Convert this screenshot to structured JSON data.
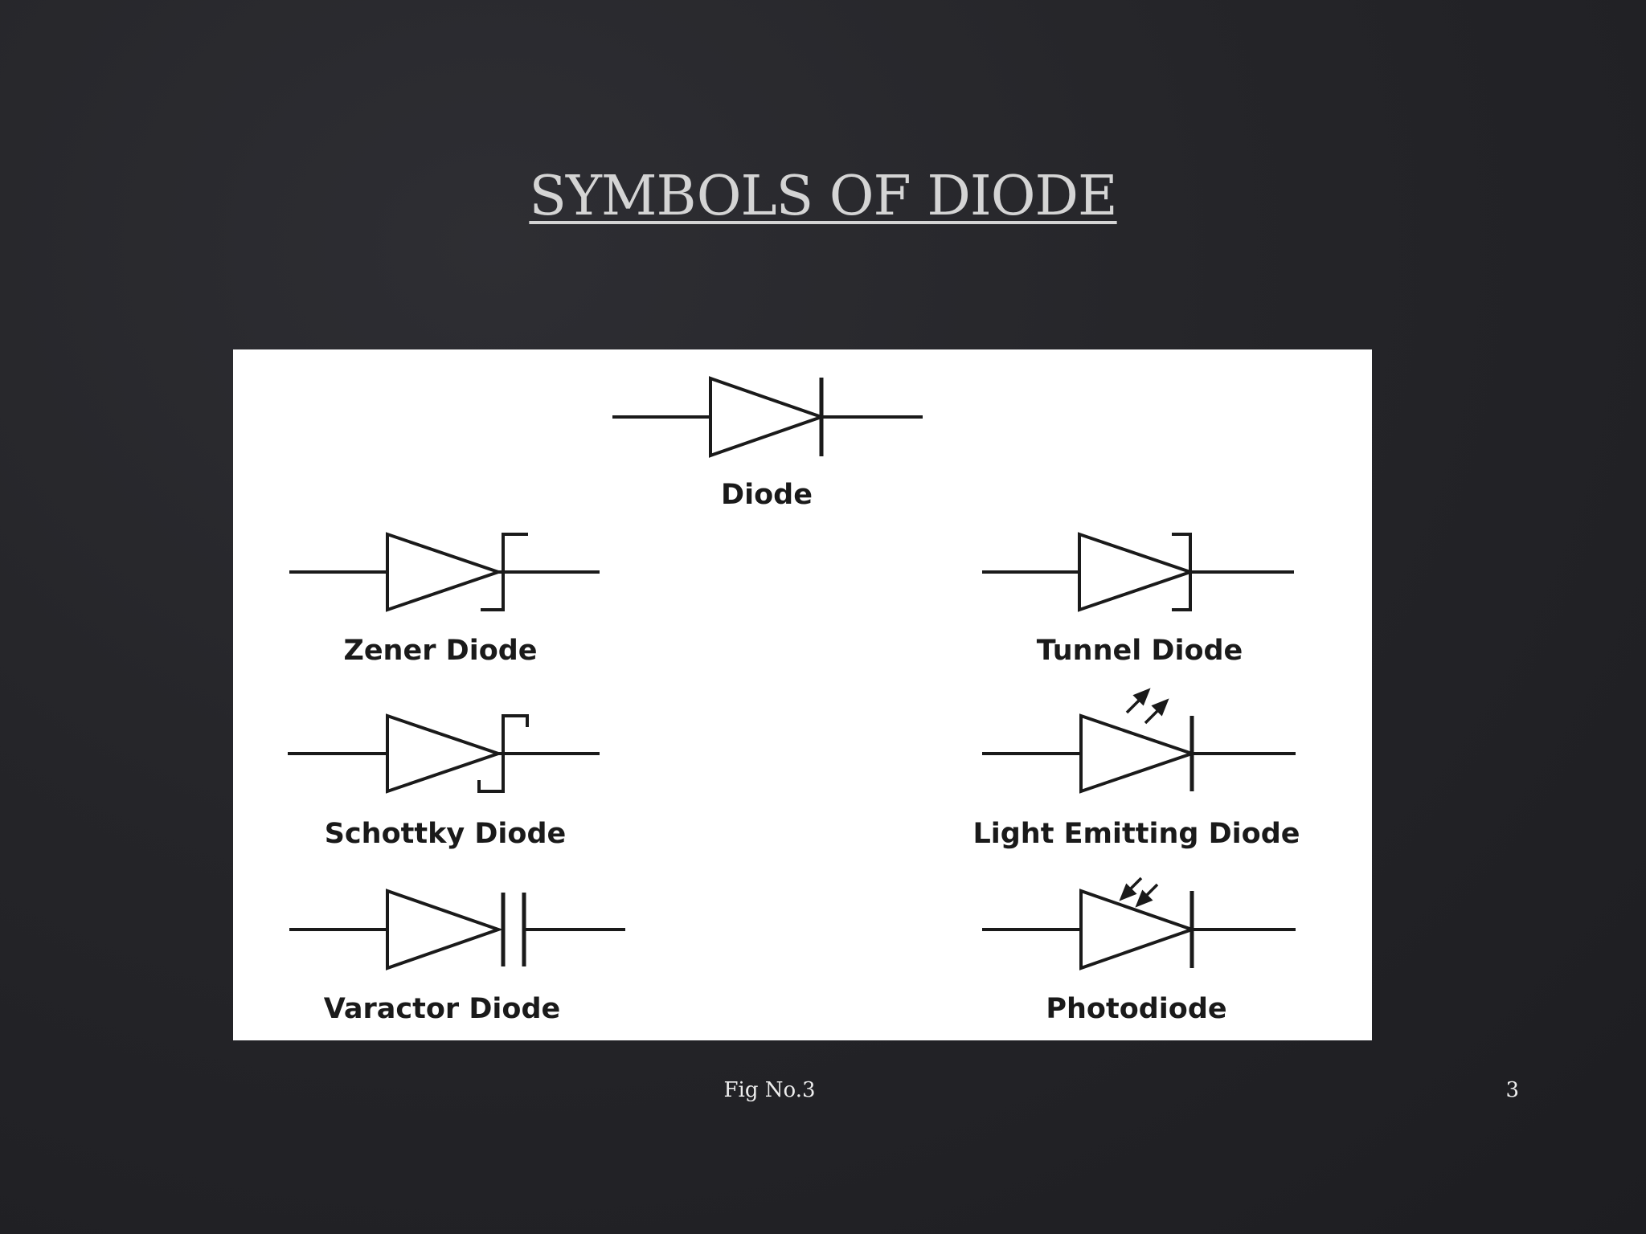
{
  "slide": {
    "title": "SYMBOLS OF DIODE",
    "caption": "Fig No.3",
    "page_number": "3"
  },
  "diagram": {
    "symbols": [
      {
        "id": "diode",
        "label": "Diode"
      },
      {
        "id": "zener",
        "label": "Zener Diode"
      },
      {
        "id": "tunnel",
        "label": "Tunnel Diode"
      },
      {
        "id": "schottky",
        "label": "Schottky Diode"
      },
      {
        "id": "led",
        "label": "Light Emitting Diode"
      },
      {
        "id": "varactor",
        "label": "Varactor Diode"
      },
      {
        "id": "photodiode",
        "label": "Photodiode"
      }
    ]
  },
  "colors": {
    "background": "#252529",
    "title": "#d4d4d4",
    "panel": "#ffffff",
    "ink": "#1a1a1a",
    "caption": "#eeeeee"
  }
}
